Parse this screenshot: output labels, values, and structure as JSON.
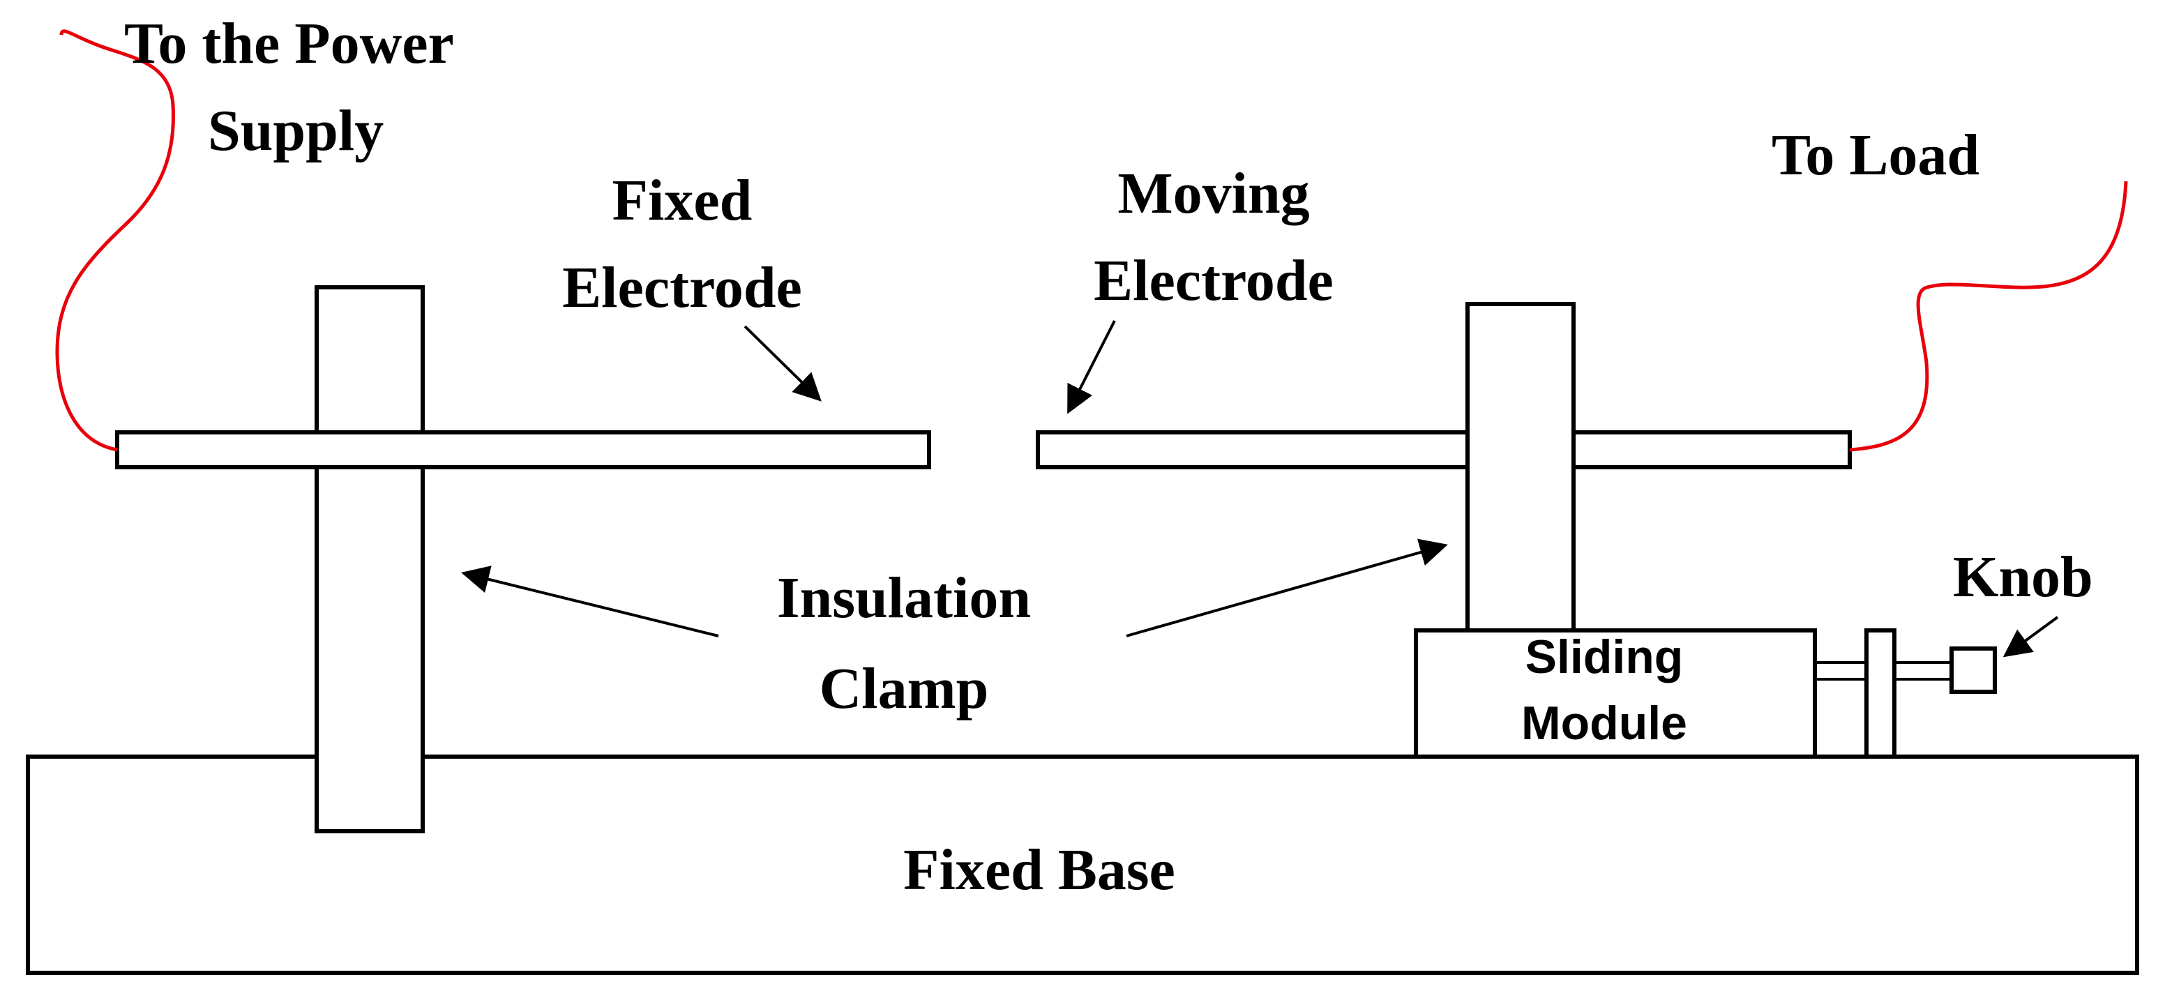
{
  "labels": {
    "power_supply_line1": "To the Power",
    "power_supply_line2": "Supply",
    "fixed_electrode_line1": "Fixed",
    "fixed_electrode_line2": "Electrode",
    "moving_electrode_line1": "Moving",
    "moving_electrode_line2": "Electrode",
    "to_load": "To Load",
    "insulation_clamp_line1": "Insulation",
    "insulation_clamp_line2": "Clamp",
    "knob": "Knob",
    "sliding_module_line1": "Sliding",
    "sliding_module_line2": "Module",
    "fixed_base": "Fixed Base"
  },
  "colors": {
    "wire": "#e8000b",
    "outline": "#000000"
  }
}
